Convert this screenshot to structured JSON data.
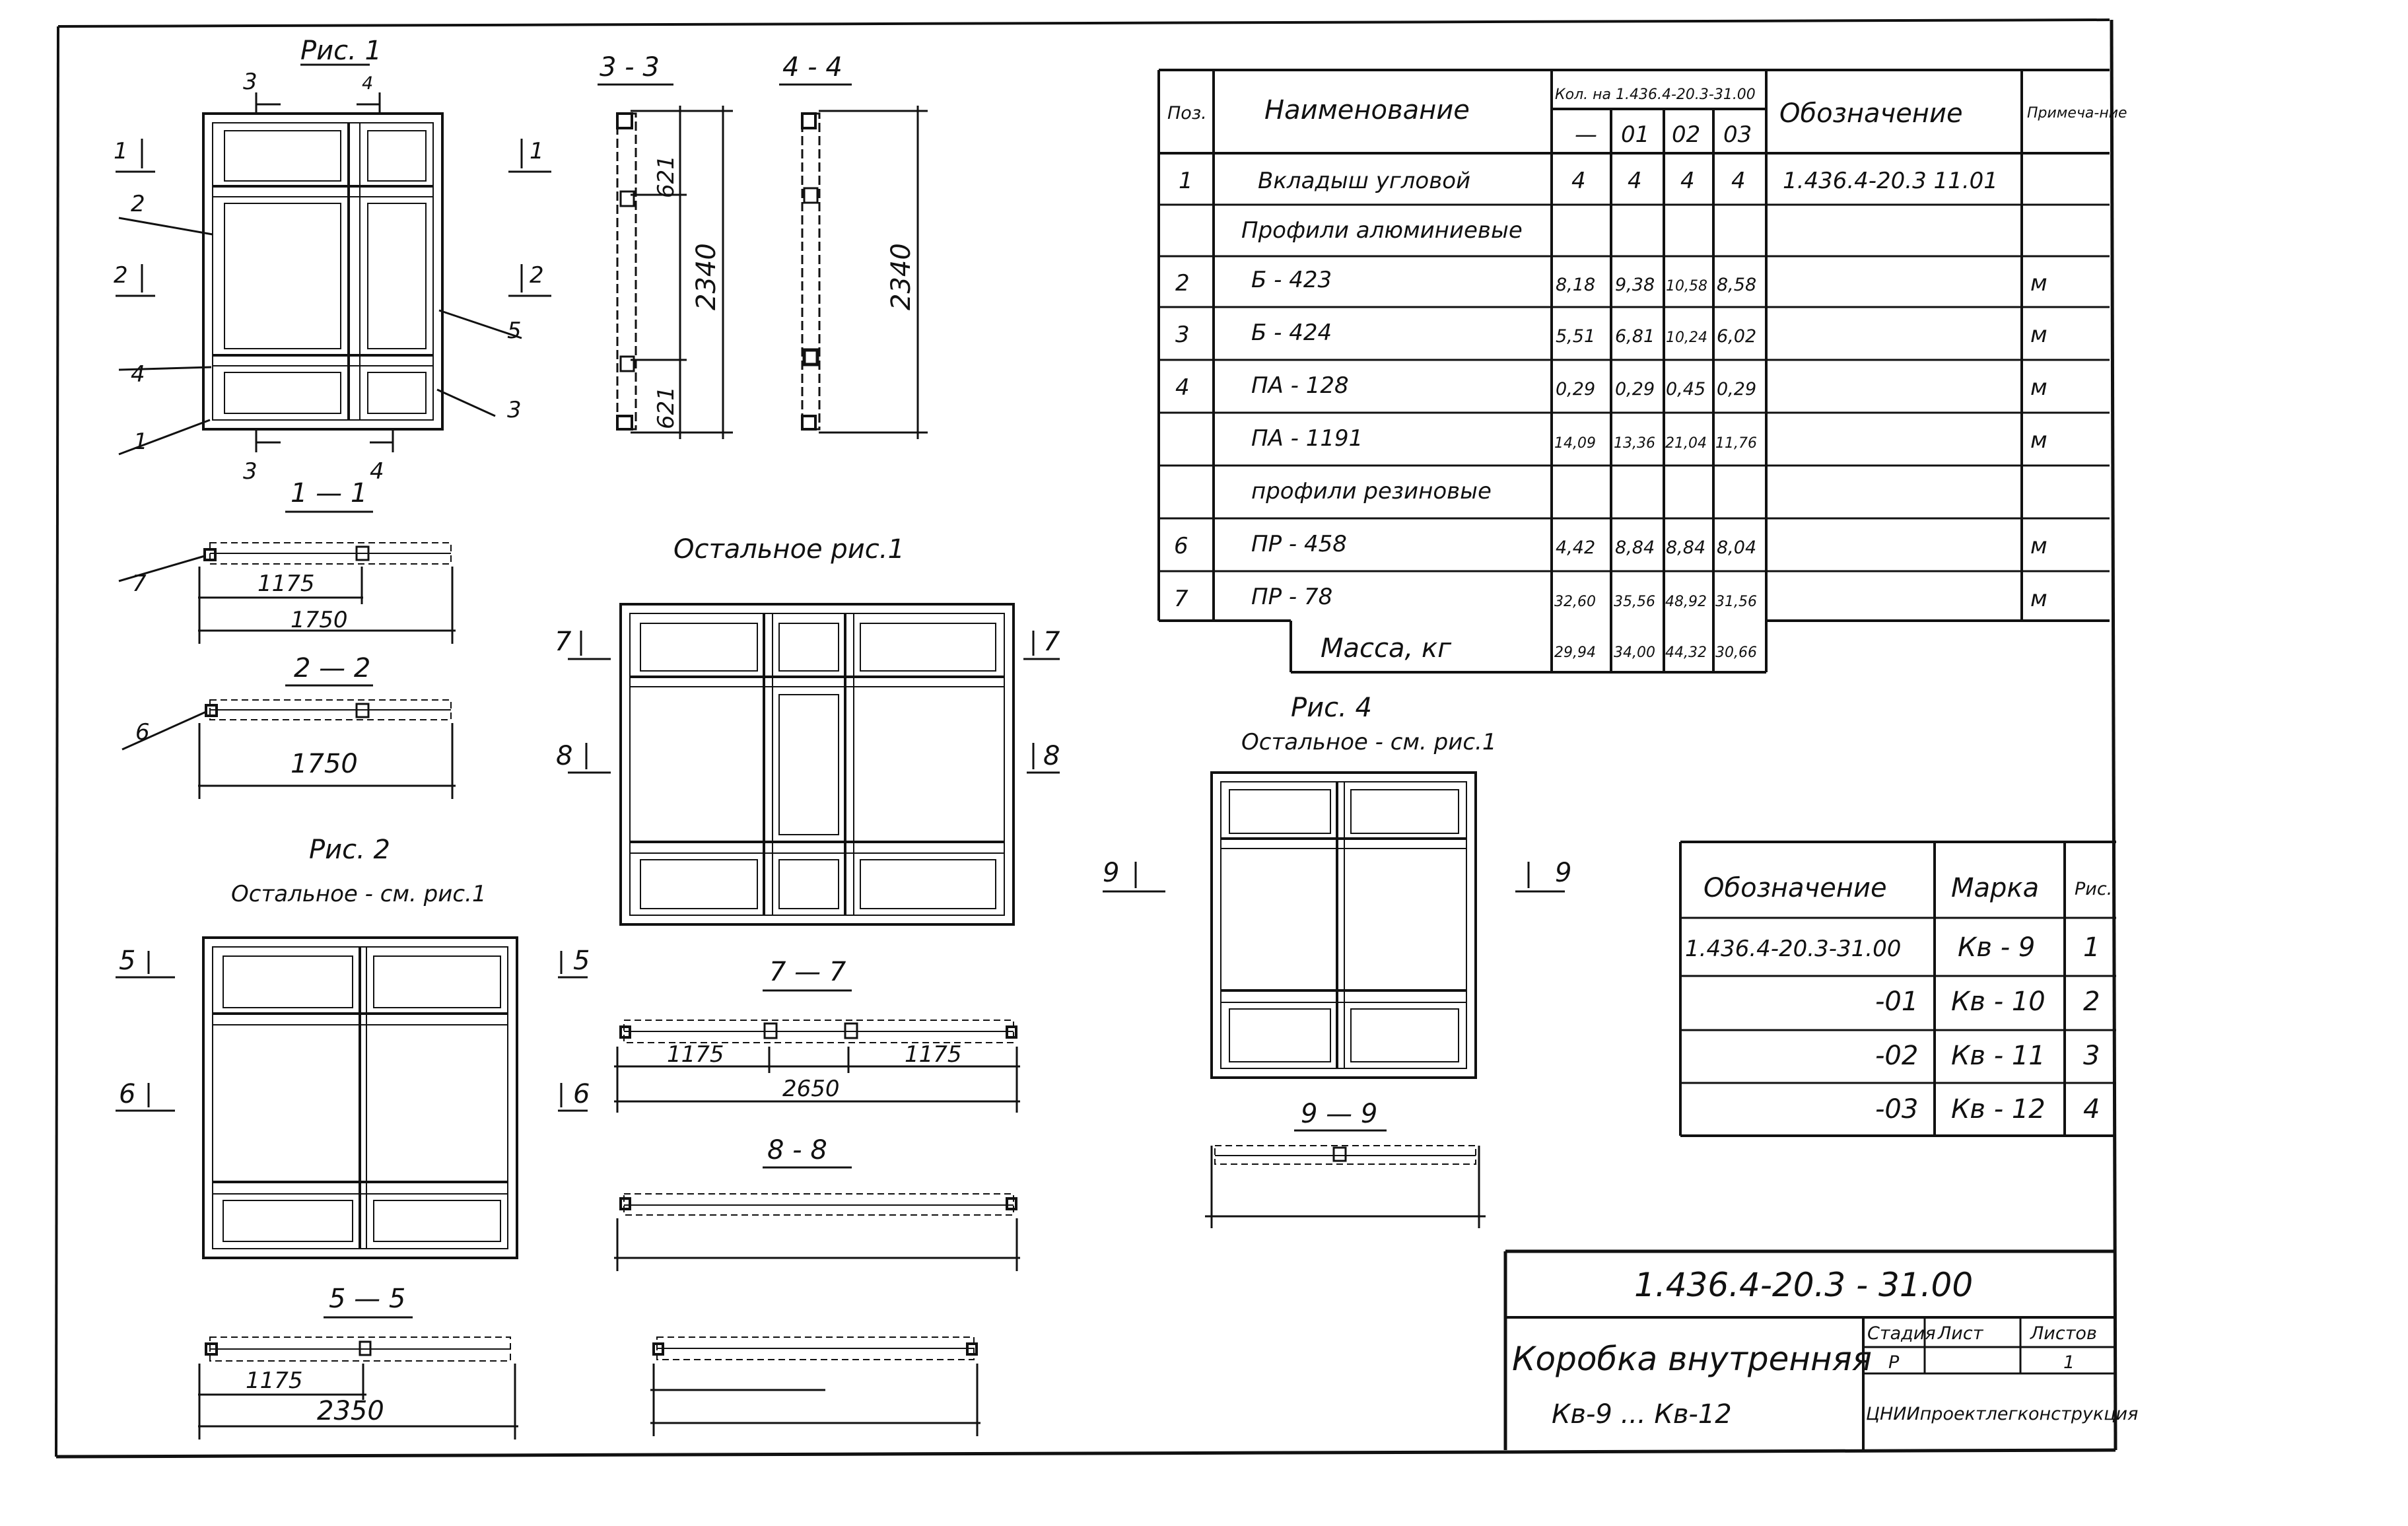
{
  "sheet": {
    "code": "1.436.4-20.3 - 31.00",
    "title_line1": "Коробка внутренняя",
    "title_line2": "Кв-9 ... Кв-12",
    "stage_header": "Стадия",
    "sheet_header": "Лист",
    "sheets_header": "Листов",
    "stage": "Р",
    "sheet_no": "",
    "sheets_total": "1",
    "org": "ЦНИИпроектлегконструкция"
  },
  "views": {
    "fig1": "Рис. 1",
    "fig2": "Рис. 2",
    "fig2_note": "Остальное - см. рис.1",
    "fig3_note": "Остальное  рис.1",
    "fig4": "Рис. 4",
    "fig4_note": "Остальное - см. рис.1",
    "s1": "1 — 1",
    "s2": "2 — 2",
    "s33": "3 - 3",
    "s44": "4 - 4",
    "s55": "5 — 5",
    "s77": "7 — 7",
    "s88": "8 - 8",
    "s99": "9 — 9"
  },
  "marks": {
    "n1": "1",
    "n2": "2",
    "n3": "3",
    "n4": "4",
    "n5": "5",
    "n6": "6",
    "n7": "7",
    "n8": "8",
    "n9": "9"
  },
  "dims": {
    "d2340": "2340",
    "d621": "621",
    "d1175": "1175",
    "d1750": "1750",
    "d2350": "2350",
    "d2650": "2650"
  },
  "spec": {
    "h_pos": "Поз.",
    "h_name": "Наименование",
    "h_qty": "Кол. на 1.436.4-20.3-31.00",
    "h_cols": [
      "—",
      "01",
      "02",
      "03"
    ],
    "h_desig": "Обозначение",
    "h_note": "Примеча-ние",
    "rows": [
      {
        "pos": "1",
        "name": "Вкладыш угловой",
        "q": [
          "4",
          "4",
          "4",
          "4"
        ],
        "desig": "1.436.4-20.3 11.01",
        "note": ""
      },
      {
        "pos": "",
        "name": "Профили алюминиевые",
        "q": [
          "",
          "",
          "",
          ""
        ],
        "desig": "",
        "note": ""
      },
      {
        "pos": "2",
        "name": "Б - 423",
        "q": [
          "8,18",
          "9,38",
          "10,58",
          "8,58"
        ],
        "desig": "",
        "note": "м"
      },
      {
        "pos": "3",
        "name": "Б - 424",
        "q": [
          "5,51",
          "6,81",
          "10,24",
          "6,02"
        ],
        "desig": "",
        "note": "м"
      },
      {
        "pos": "4",
        "name": "ПА - 128",
        "q": [
          "0,29",
          "0,29",
          "0,45",
          "0,29"
        ],
        "desig": "",
        "note": "м"
      },
      {
        "pos": "",
        "name": "ПА - 1191",
        "q": [
          "14,09",
          "13,36",
          "21,04",
          "11,76"
        ],
        "desig": "",
        "note": "м"
      },
      {
        "pos": "",
        "name": "профили резиновые",
        "q": [
          "",
          "",
          "",
          ""
        ],
        "desig": "",
        "note": ""
      },
      {
        "pos": "6",
        "name": "ПР - 458",
        "q": [
          "4,42",
          "8,84",
          "8,84",
          "8,04"
        ],
        "desig": "",
        "note": "м"
      },
      {
        "pos": "7",
        "name": "ПР - 78",
        "q": [
          "32,60",
          "35,56",
          "48,92",
          "31,56"
        ],
        "desig": "",
        "note": "м"
      }
    ],
    "mass_label": "Масса, кг",
    "mass": [
      "29,94",
      "34,00",
      "44,32",
      "30,66"
    ]
  },
  "marks_table": {
    "h_desig": "Обозначение",
    "h_mark": "Марка",
    "h_fig": "Рис.",
    "rows": [
      {
        "desig": "1.436.4-20.3-31.00",
        "mark": "Кв - 9",
        "fig": "1"
      },
      {
        "desig": "-01",
        "mark": "Кв - 10",
        "fig": "2"
      },
      {
        "desig": "-02",
        "mark": "Кв - 11",
        "fig": "3"
      },
      {
        "desig": "-03",
        "mark": "Кв - 12",
        "fig": "4"
      }
    ]
  }
}
